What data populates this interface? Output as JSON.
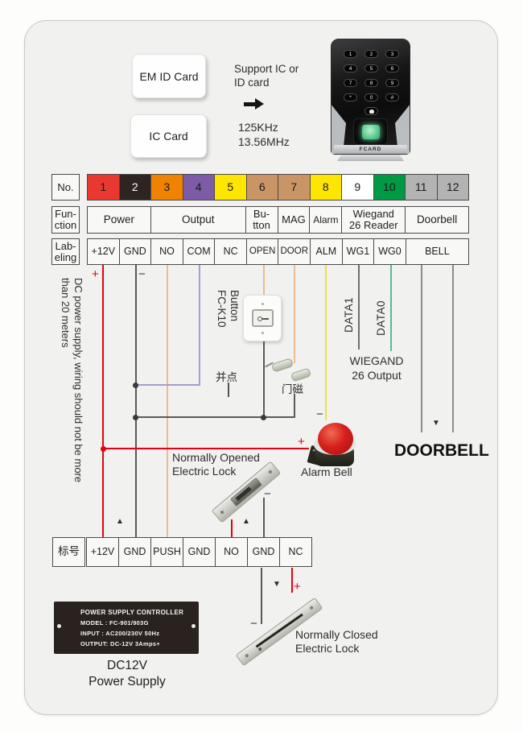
{
  "top": {
    "em_card": "EM ID Card",
    "ic_card": "IC Card",
    "support_note": "Support IC or\nID card",
    "frequencies": "125KHz\n13.56MHz",
    "device_brand": "FCARD",
    "keypad": [
      "1",
      "2",
      "3",
      "4",
      "5",
      "6",
      "7",
      "8",
      "9",
      "*",
      "0",
      "#"
    ]
  },
  "terminal_table": {
    "headers": {
      "no": "No.",
      "function": "Fun-\nction",
      "labeling": "Lab-\neling"
    },
    "numbers": [
      "1",
      "2",
      "3",
      "4",
      "5",
      "6",
      "7",
      "8",
      "9",
      "10",
      "11",
      "12"
    ],
    "number_colors": [
      "#e8382f",
      "#2e2523",
      "#ef8200",
      "#7d5ba6",
      "#ffe600",
      "#c99566",
      "#c99566",
      "#ffe600",
      "#ffffff",
      "#009944",
      "#b3b3b3",
      "#b3b3b3"
    ],
    "number_text_colors": [
      "#1a1a1a",
      "#ffffff",
      "#1a1a1a",
      "#1a1a1a",
      "#1a1a1a",
      "#1a1a1a",
      "#1a1a1a",
      "#1a1a1a",
      "#1a1a1a",
      "#1a1a1a",
      "#1a1a1a",
      "#1a1a1a"
    ],
    "functions": [
      "Power",
      "Output",
      "Bu-\ntton",
      "MAG",
      "Alarm",
      "Wiegand\n26 Reader",
      "Doorbell"
    ],
    "labels": [
      "+12V",
      "GND",
      "NO",
      "COM",
      "NC",
      "OPEN",
      "DOOR",
      "ALM",
      "WG1",
      "WG0",
      "BELL"
    ]
  },
  "annotations": {
    "plus": "+",
    "minus": "−",
    "arrow_up": "▲",
    "arrow_down": "▼",
    "dc_note": "DC power supply, wiring should not be more\nthan 20 meters",
    "button_label": "FC-K10\nButton",
    "parallel_point": "并点",
    "door_sensor": "门磁",
    "data1": "DATA1",
    "data0": "DATA0",
    "wiegand_output": "WIEGAND\n26 Output",
    "doorbell": "DOORBELL",
    "alarm_bell": "Alarm Bell",
    "no_lock": "Normally Opened\nElectric Lock",
    "nc_lock": "Normally Closed\nElectric Lock"
  },
  "psu_table": {
    "header": "标号",
    "cells": [
      "+12V",
      "GND",
      "PUSH",
      "GND",
      "NO",
      "GND",
      "NC"
    ]
  },
  "psu_label": {
    "title": "POWER SUPPLY CONTROLLER",
    "model": "MODEL : FC-901/903G",
    "input": "INPUT   : AC200/230V    50Hz",
    "output": "OUTPUT: DC-12V  3Amps+"
  },
  "psu_caption": "DC12V\nPower Supply",
  "colors": {
    "red_wire": "#e60012",
    "gnd_wire": "#5a5a5a",
    "signal_orange": "#ecbd8c",
    "com_purple": "#a89cce",
    "alarm_yellow": "#f0e23c",
    "wg0_green": "#54bd8e",
    "data_gray": "#6f6f6f",
    "bell_gray": "#8c8c8c",
    "junction": "#3a3a3a"
  }
}
